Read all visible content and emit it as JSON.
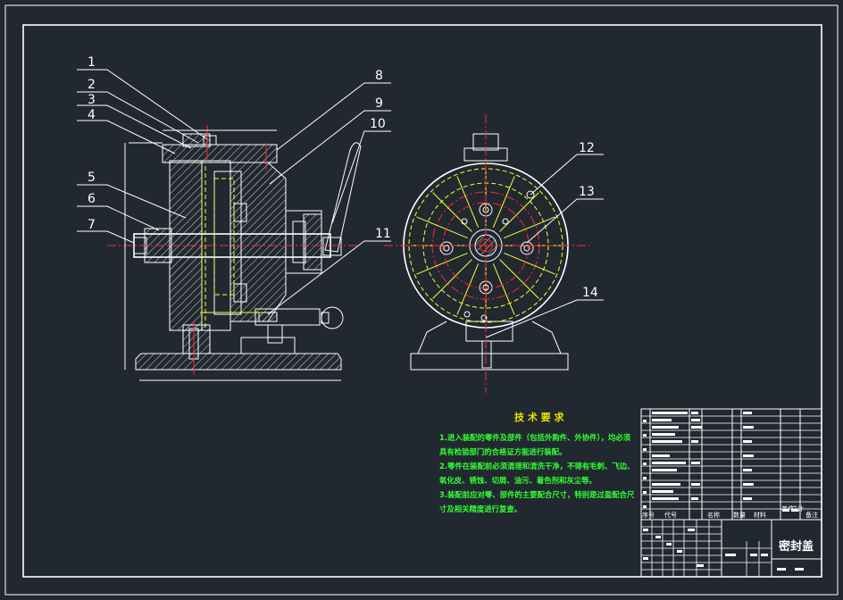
{
  "drawing": {
    "title_block_name": "密封盖"
  },
  "part_labels": [
    "1",
    "2",
    "3",
    "4",
    "5",
    "6",
    "7",
    "8",
    "9",
    "10",
    "11",
    "12",
    "13",
    "14"
  ],
  "technical_requirements": {
    "title": "技 术 要 求",
    "lines": [
      "1.进入装配的零件及部件（包括外购件、外协件），均必须",
      "具有检验部门的合格证方能进行装配。",
      "2.零件在装配前必须清理和清洗干净，不得有毛刺、飞边、",
      "氧化皮、锈蚀、切屑、油污、着色剂和灰尘等。",
      "3.装配前应对零、部件的主要配合尺寸，特别是过盈配合尺",
      "寸及相关精度进行复查。"
    ]
  },
  "title_block": {
    "header_cols": [
      "序号",
      "代号",
      "名称",
      "数量",
      "材料",
      "单件",
      "总计",
      "备注"
    ]
  },
  "colors": {
    "background": "#212830",
    "line_white": "#ffffff",
    "center_red": "#ff2a2a",
    "hidden_yellow": "#ffff33",
    "text_green": "#33ff33"
  }
}
